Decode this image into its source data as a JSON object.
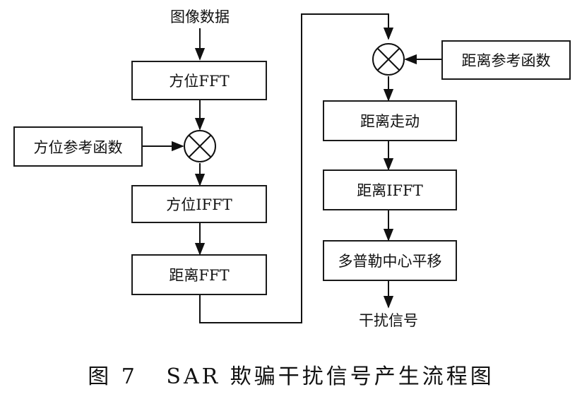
{
  "diagram": {
    "input_label": "图像数据",
    "output_label": "干扰信号",
    "boxes": {
      "azimuth_fft": "方位FFT",
      "azimuth_ref": "方位参考函数",
      "azimuth_ifft": "方位IFFT",
      "range_fft": "距离FFT",
      "range_ref": "距离参考函数",
      "range_migration": "距离走动",
      "range_ifft": "距离IFFT",
      "doppler_shift": "多普勒中心平移"
    },
    "multiplier_symbol": "×",
    "caption": "图 7   SAR 欺骗干扰信号产生流程图"
  }
}
